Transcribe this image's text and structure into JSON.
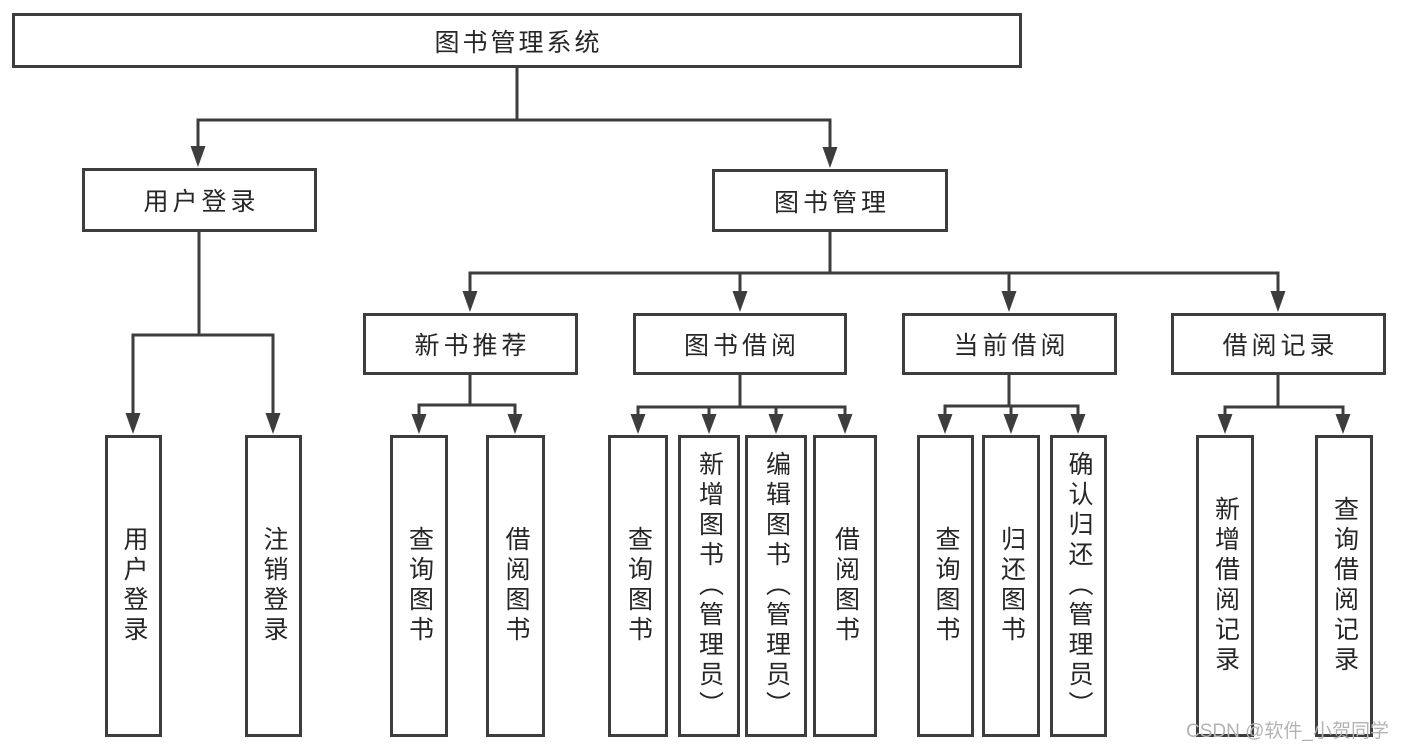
{
  "root": {
    "label": "图书管理系统"
  },
  "level2": {
    "user_login": "用户登录",
    "book_management": "图书管理"
  },
  "level3": {
    "new_book": "新书推荐",
    "book_borrow": "图书借阅",
    "current_borrow": "当前借阅",
    "borrow_record": "借阅记录"
  },
  "leaves": {
    "user_login": [
      "用户登录",
      "注销登录"
    ],
    "new_book": [
      "查询图书",
      "借阅图书"
    ],
    "book_borrow": [
      "查询图书",
      "新增图书（管理员）",
      "编辑图书（管理员）",
      "借阅图书"
    ],
    "current_borrow": [
      "查询图书",
      "归还图书",
      "确认归还（管理员）"
    ],
    "borrow_record": [
      "新增借阅记录",
      "查询借阅记录"
    ]
  },
  "watermark": "CSDN @软件_小贺同学",
  "colors": {
    "line": "#3d3d3d",
    "text": "#262626",
    "watermark": "#b3b3b3",
    "background": "#ffffff"
  }
}
